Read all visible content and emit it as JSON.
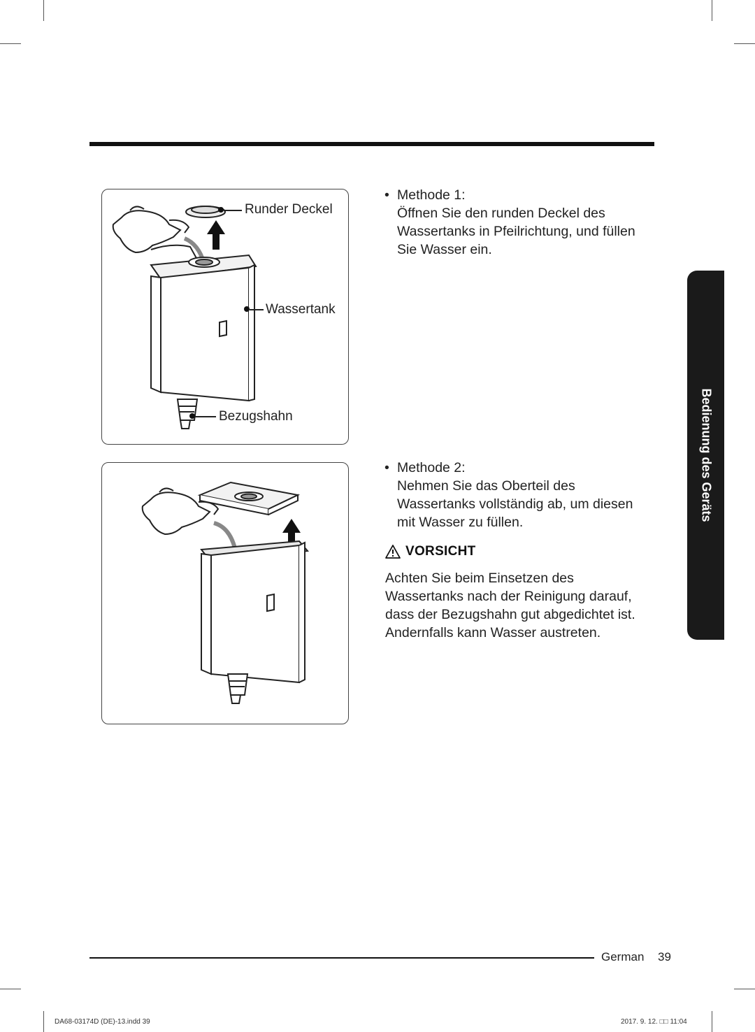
{
  "page": {
    "side_tab": "Bedienung des Geräts",
    "footer_language": "German",
    "footer_page_number": "39",
    "slug_file": "DA68-03174D (DE)-13.indd   39",
    "slug_date": "2017. 9. 12.   □□ 11:04"
  },
  "figure1": {
    "labels": {
      "lid": "Runder Deckel",
      "tank": "Wassertank",
      "tap": "Bezugshahn"
    }
  },
  "method1": {
    "title": "Methode 1:",
    "lines": [
      "Öffnen Sie den runden Deckel des",
      "Wassertanks in Pfeilrichtung, und füllen",
      "Sie Wasser ein."
    ]
  },
  "method2": {
    "title": "Methode 2:",
    "lines": [
      "Nehmen Sie das Oberteil des",
      "Wassertanks vollständig ab, um diesen",
      "mit Wasser zu füllen."
    ]
  },
  "caution": {
    "title": "VORSICHT",
    "lines": [
      "Achten Sie beim Einsetzen des",
      "Wassertanks nach der Reinigung darauf,",
      "dass der Bezugshahn gut abgedichtet ist.",
      "Andernfalls kann Wasser austreten."
    ]
  }
}
